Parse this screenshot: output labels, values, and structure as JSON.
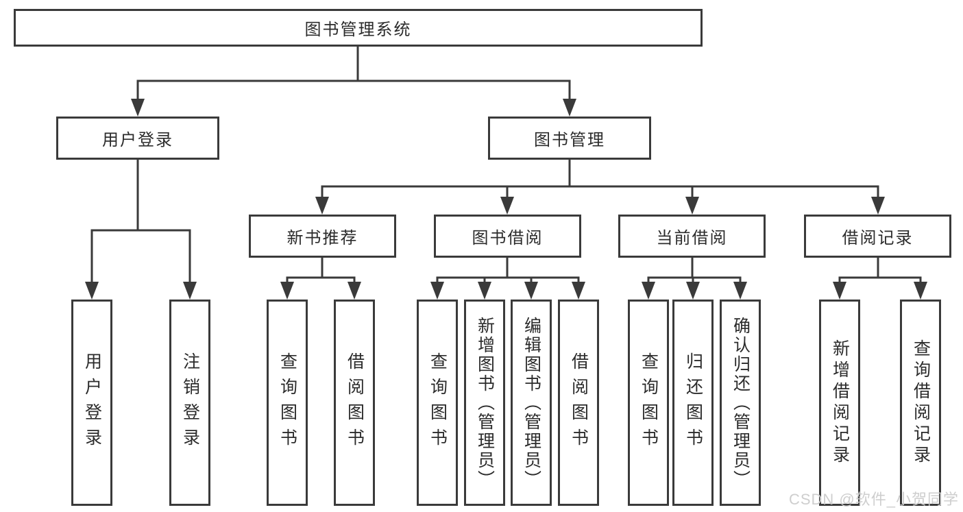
{
  "tree": {
    "root": {
      "label": "图书管理系统",
      "children": [
        {
          "label": "用户登录",
          "children": [
            {
              "label": "用户登录"
            },
            {
              "label": "注销登录"
            }
          ]
        },
        {
          "label": "图书管理",
          "children": [
            {
              "label": "新书推荐",
              "children": [
                {
                  "label": "查询图书"
                },
                {
                  "label": "借阅图书"
                }
              ]
            },
            {
              "label": "图书借阅",
              "children": [
                {
                  "label": "查询图书"
                },
                {
                  "label": "新增图书（管理员）"
                },
                {
                  "label": "编辑图书（管理员）"
                },
                {
                  "label": "借阅图书"
                }
              ]
            },
            {
              "label": "当前借阅",
              "children": [
                {
                  "label": "查询图书"
                },
                {
                  "label": "归还图书"
                },
                {
                  "label": "确认归还（管理员）"
                }
              ]
            },
            {
              "label": "借阅记录",
              "children": [
                {
                  "label": "新增借阅记录"
                },
                {
                  "label": "查询借阅记录"
                }
              ]
            }
          ]
        }
      ]
    }
  },
  "watermark": {
    "text": "CSDN @软件_小贺同学"
  },
  "colors": {
    "line": "#3a3a3a",
    "box_border": "#3a3a3a",
    "text": "#2b2b2b",
    "background": "#ffffff",
    "watermark": "#cbcbcb"
  }
}
